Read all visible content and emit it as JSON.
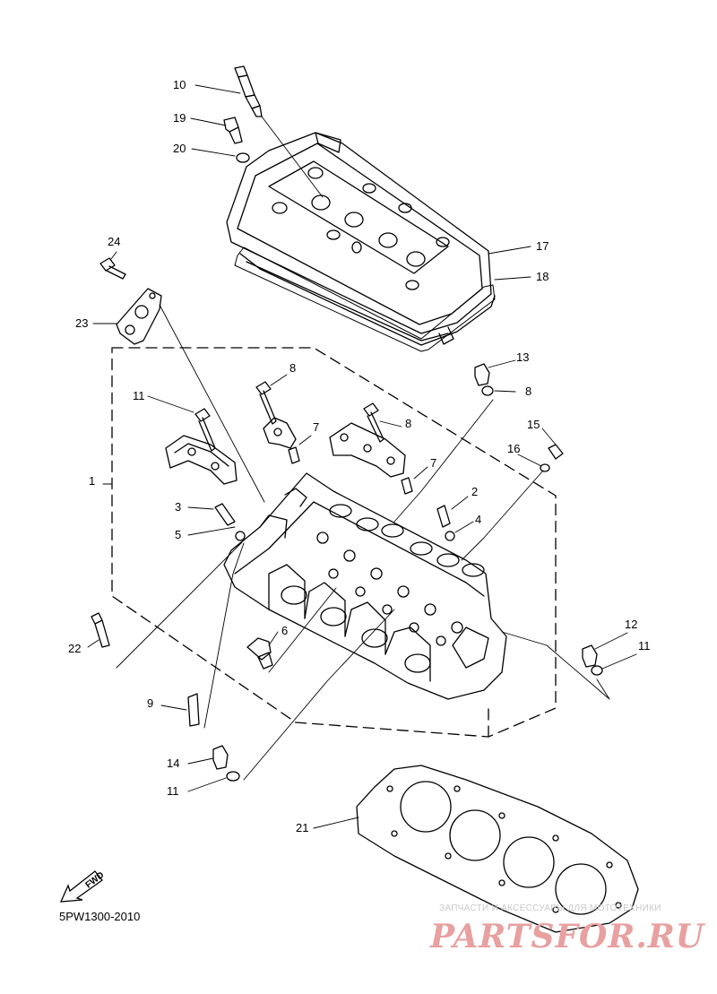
{
  "diagram": {
    "callouts": [
      "10",
      "19",
      "20",
      "24",
      "23",
      "17",
      "18",
      "8",
      "13",
      "11",
      "8",
      "8",
      "7",
      "15",
      "16",
      "1",
      "7",
      "2",
      "3",
      "4",
      "5",
      "6",
      "22",
      "12",
      "11",
      "9",
      "14",
      "11",
      "21"
    ],
    "fwd_label": "FWD",
    "part_code": "5PW1300-2010"
  },
  "watermark": {
    "tagline": "ЗАПЧАСТИ И АКСЕССУАРЫ ДЛЯ МОТОТЕХНИКИ",
    "logo": "PARTSFOR.RU",
    "color": "#e8a0a0"
  }
}
